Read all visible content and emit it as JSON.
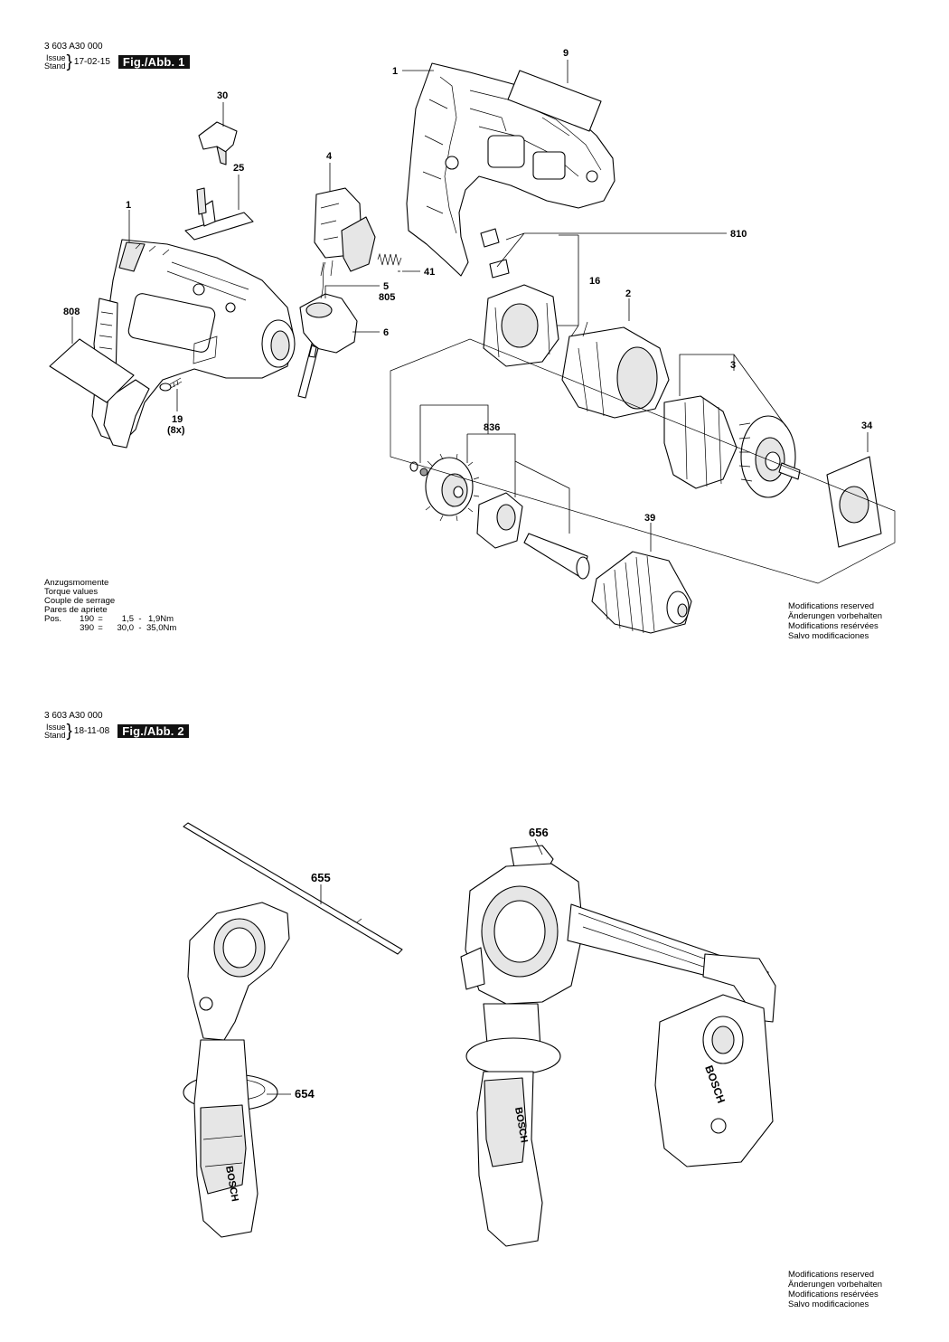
{
  "fig1": {
    "doc_number": "3 603 A30 000",
    "issue_label": "Issue",
    "stand_label": "Stand",
    "date": "17-02-15",
    "fig_label": "Fig./Abb. 1",
    "torque": {
      "lines": [
        "Anzugsmomente",
        "Torque values",
        "Couple de serrage",
        "Pares de apriete"
      ],
      "rows": [
        {
          "pos": "Pos.",
          "num": "190",
          "eq": "=",
          "min": "1,5",
          "dash": "-",
          "max": "1,9Nm"
        },
        {
          "pos": "",
          "num": "390",
          "eq": "=",
          "min": "30,0",
          "dash": "-",
          "max": "35,0Nm"
        }
      ]
    },
    "modifications": [
      "Modifications reserved",
      "Änderungen vorbehalten",
      "Modifications resérvées",
      "Salvo modificaciones"
    ],
    "labels": {
      "p1a": "1",
      "p9": "9",
      "p30": "30",
      "p25": "25",
      "p4": "4",
      "p1b": "1",
      "p810": "810",
      "p16": "16",
      "p41": "41",
      "p5": "5",
      "p805": "805",
      "p2": "2",
      "p808": "808",
      "p6": "6",
      "p3": "3",
      "p19": "19",
      "p8x": "(8x)",
      "p836": "836",
      "p34": "34",
      "p39": "39"
    }
  },
  "fig2": {
    "doc_number": "3 603 A30 000",
    "issue_label": "Issue",
    "stand_label": "Stand",
    "date": "18-11-08",
    "fig_label": "Fig./Abb. 2",
    "modifications": [
      "Modifications reserved",
      "Änderungen vorbehalten",
      "Modifications resérvées",
      "Salvo modificaciones"
    ],
    "labels": {
      "p656": "656",
      "p655": "655",
      "p654": "654"
    },
    "brand": "BOSCH"
  }
}
